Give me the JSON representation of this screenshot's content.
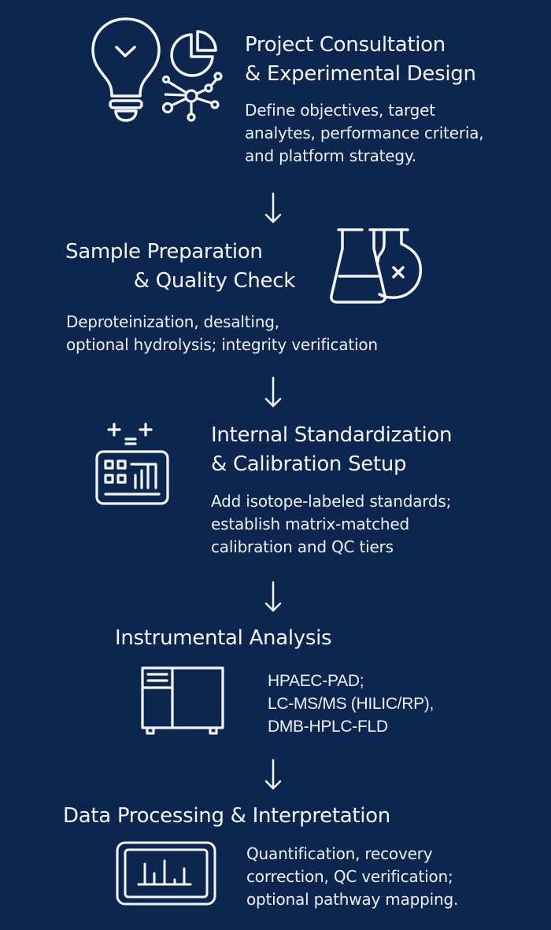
{
  "colors": {
    "background": "#0c2650",
    "foreground": "#f2f4f7"
  },
  "steps": [
    {
      "title_lines": [
        "Project Consultation",
        "& Experimental Design"
      ],
      "description_lines": [
        "Define objectives, target",
        "analytes, performance criteria,",
        "and platform strategy."
      ],
      "icons": [
        "lightbulb-check-icon",
        "pie-chart-icon",
        "network-nodes-icon"
      ]
    },
    {
      "title_lines": [
        "Sample Preparation",
        "& Quality Check"
      ],
      "description_lines": [
        "Deproteinization, desalting,",
        "optional hydrolysis; integrity verification"
      ],
      "icons": [
        "erlenmeyer-flask-icon",
        "round-flask-x-icon"
      ]
    },
    {
      "title_lines": [
        "Internal Standardization",
        "& Calibration Setup"
      ],
      "description_lines": [
        "Add isotope-labeled standards;",
        "establish matrix-matched",
        "calibration and QC tiers"
      ],
      "icons": [
        "calculator-panel-icon"
      ]
    },
    {
      "title_lines": [
        "Instrumental Analysis"
      ],
      "description_lines": [
        "HPAEC-PAD;",
        "LC-MS/MS (HILIC/RP),",
        "DMB-HPLC-FLD"
      ],
      "icons": [
        "instrument-cabinet-icon"
      ]
    },
    {
      "title_lines": [
        "Data Processing & Interpretation"
      ],
      "description_lines": [
        "Quantification, recovery",
        "correction, QC verification;",
        "optional pathway mapping."
      ],
      "icons": [
        "monitor-spectrum-icon"
      ]
    }
  ],
  "arrows": [
    "down-arrow",
    "down-arrow",
    "down-arrow",
    "down-arrow"
  ]
}
